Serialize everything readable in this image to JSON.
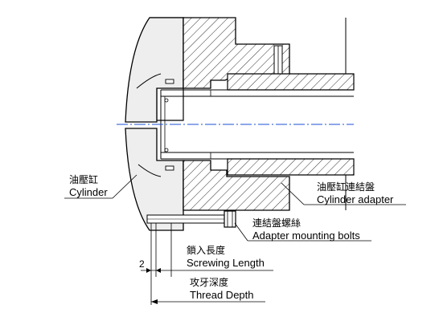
{
  "labels": {
    "cylinder_cn": "油壓缸",
    "cylinder_en": "Cylinder",
    "adapter_cn": "油壓缸連結盤",
    "adapter_en": "Cylinder adapter",
    "bolts_cn": "連結盤螺絲",
    "bolts_en": "Adapter mounting bolts",
    "screwing_cn": "鎖入長度",
    "screwing_en": "Screwing Length",
    "thread_cn": "攻牙深度",
    "thread_en": "Thread Depth",
    "dim_value": "2"
  },
  "colors": {
    "line": "#000000",
    "body_fill": "#e9e9e9",
    "centerline": "#1a4fd6"
  }
}
